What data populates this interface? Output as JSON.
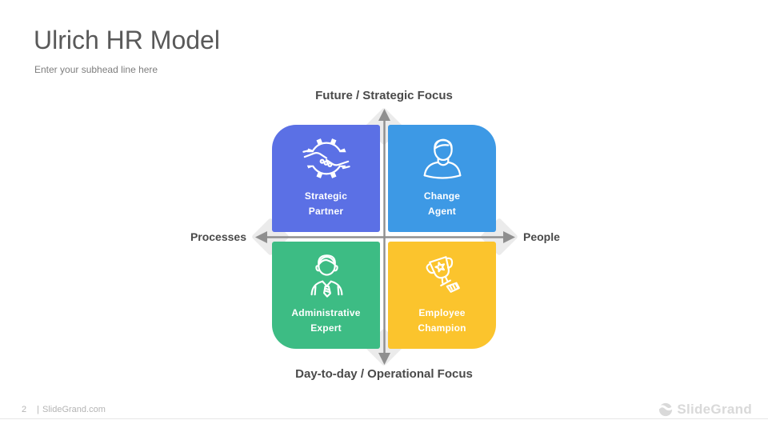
{
  "slide": {
    "title": "Ulrich HR Model",
    "subhead": "Enter your subhead  line here"
  },
  "diagram": {
    "axis_labels": {
      "top": "Future / Strategic Focus",
      "bottom": "Day-to-day / Operational Focus",
      "left": "Processes",
      "right": "People"
    },
    "quadrants": [
      {
        "id": "strategic-partner",
        "line1": "Strategic",
        "line2": "Partner",
        "color": "#5B70E5",
        "icon": "handshake-gear-icon"
      },
      {
        "id": "change-agent",
        "line1": "Change",
        "line2": "Agent",
        "color": "#3D99E5",
        "icon": "person-bust-icon"
      },
      {
        "id": "administrative-expert",
        "line1": "Administrative",
        "line2": "Expert",
        "color": "#3DBC84",
        "icon": "businessman-icon"
      },
      {
        "id": "employee-champion",
        "line1": "Employee",
        "line2": "Champion",
        "color": "#FBC42D",
        "icon": "trophy-star-icon"
      }
    ],
    "axis_color": "#8F8F8F",
    "diamond_color": "#EBEBEB"
  },
  "footer": {
    "page_number": "2",
    "separator": "|",
    "site": "SlideGrand.com",
    "brand": "SlideGrand",
    "brand_color": "#D9D9D9"
  }
}
